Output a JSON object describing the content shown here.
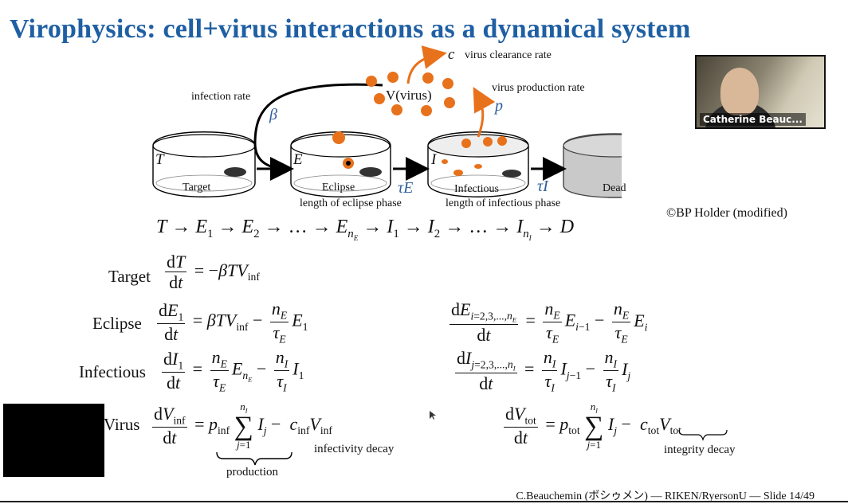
{
  "slide": {
    "title": "Virophysics: cell+virus interactions as a dynamical system",
    "credit": "©BP Holder (modified)",
    "footer": "C.Beauchemin (ボシゥメン) — RIKEN/RyersonU — Slide 14/49"
  },
  "video": {
    "participant_name": "Catherine Beauc..."
  },
  "diagram": {
    "clearance_symbol": "c",
    "clearance_label": "virus clearance rate",
    "virus_label": "V(virus)",
    "production_label": "virus production rate",
    "production_symbol": "p",
    "infection_label": "infection rate",
    "beta_symbol": "β",
    "compartments": [
      {
        "symbol": "T",
        "name": "Target"
      },
      {
        "symbol": "E",
        "name": "Eclipse"
      },
      {
        "symbol": "I",
        "name": "Infectious"
      },
      {
        "symbol": "",
        "name": "Dead"
      }
    ],
    "tau_e": "τE",
    "tau_i": "τI",
    "eclipse_caption": "length of eclipse phase",
    "infectious_caption": "length of infectious phase",
    "colors": {
      "accent": "#e8711c",
      "blue": "#2d5e9b"
    }
  },
  "equations": {
    "labels": {
      "target": "Target",
      "eclipse": "Eclipse",
      "infectious": "Infectious",
      "virus": "Virus"
    },
    "production_brace": "production",
    "infectivity_brace": "infectivity decay",
    "integrity_brace": "integrity decay"
  }
}
